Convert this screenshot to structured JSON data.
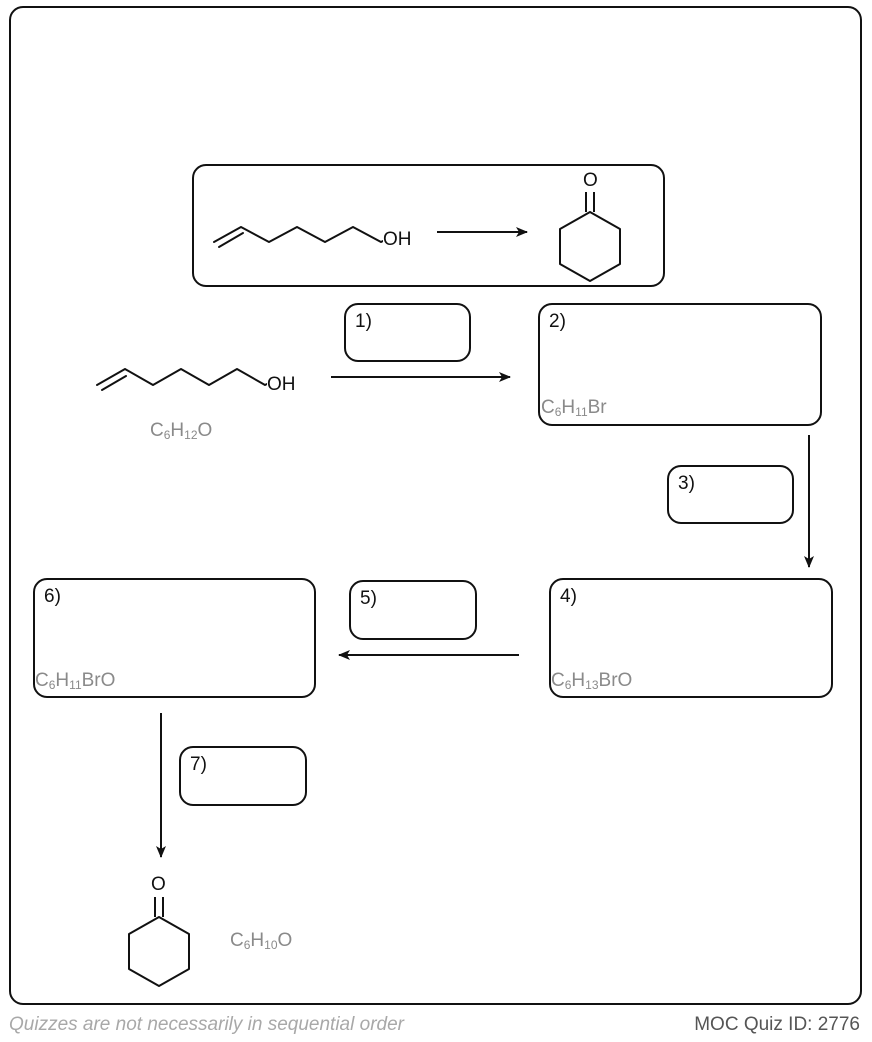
{
  "labels": {
    "oh_top": "OH",
    "o_top": "O",
    "oh_start": "OH",
    "o_end": "O"
  },
  "steps": {
    "s1": "1)",
    "s2": "2)",
    "s3": "3)",
    "s4": "4)",
    "s5": "5)",
    "s6": "6)",
    "s7": "7)"
  },
  "formulas": {
    "start": {
      "c": "C",
      "c_sub": "6",
      "h": "H",
      "h_sub": "12",
      "rest": "O"
    },
    "box2": {
      "c": "C",
      "c_sub": "6",
      "h": "H",
      "h_sub": "11",
      "rest": "Br"
    },
    "box4": {
      "c": "C",
      "c_sub": "6",
      "h": "H",
      "h_sub": "13",
      "rest": "BrO"
    },
    "box6": {
      "c": "C",
      "c_sub": "6",
      "h": "H",
      "h_sub": "11",
      "rest": "BrO"
    },
    "end": {
      "c": "C",
      "c_sub": "6",
      "h": "H",
      "h_sub": "10",
      "rest": "O"
    }
  },
  "footer": {
    "note": "Quizzes are not necessarily in sequential order",
    "quiz_id": "MOC Quiz ID: 2776"
  }
}
